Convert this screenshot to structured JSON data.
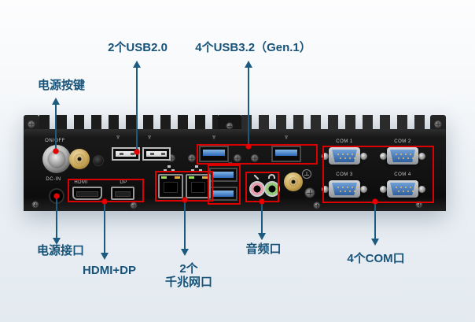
{
  "callouts": {
    "power_button": "电源按键",
    "usb2": "2个USB2.0",
    "usb3": "4个USB3.2（Gen.1）",
    "power_jack": "电源接口",
    "hdmi_dp": "HDMI+DP",
    "lan_count": "2个",
    "lan_name": "千兆网口",
    "audio": "音频口",
    "com": "4个COM口"
  },
  "panel": {
    "on_off": "ON/OFF",
    "dc_in": "DC-IN",
    "hdmi": "HDMI",
    "dp": "DP",
    "com1": "COM 1",
    "com2": "COM 2",
    "com3": "COM 3",
    "com4": "COM 4"
  },
  "colors": {
    "callout_text": "#175379",
    "leader_line": "#1d5a80",
    "marker_red": "#e60000",
    "outline_red": "#dd0000",
    "usb3_blue": "#2f74cf",
    "com_face_blue": "#3a6ea8",
    "background_bottom": "#e3eaf0"
  }
}
